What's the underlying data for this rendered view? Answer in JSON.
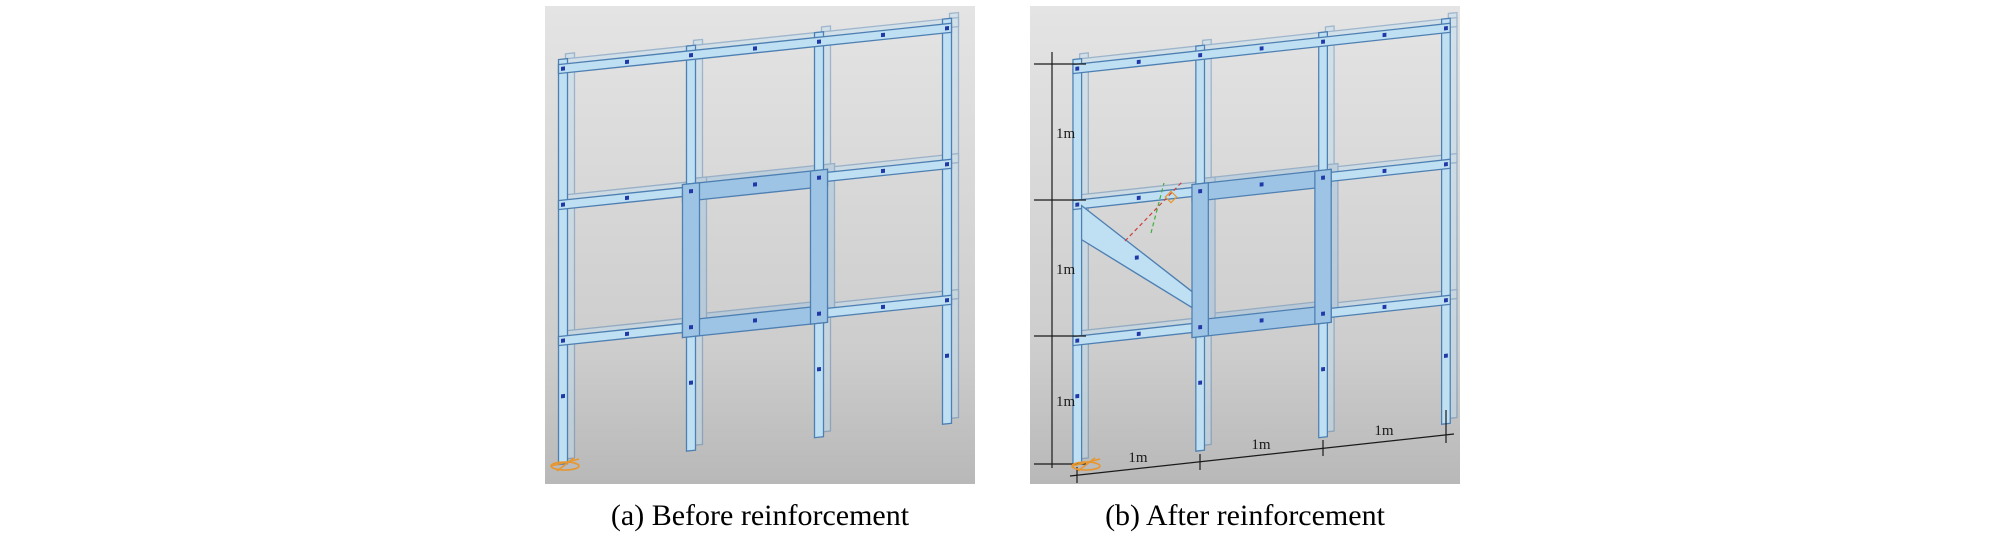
{
  "figure": {
    "caption_a": "(a) Before reinforcement",
    "caption_b": "(b) After reinforcement",
    "dims": {
      "vertical": [
        "1m",
        "1m",
        "1m"
      ],
      "horizontal": [
        "1m",
        "1m",
        "1m"
      ]
    },
    "colors": {
      "page_bg": "#ffffff",
      "bg_top": "#e4e4e4",
      "bg_mid": "#cdcdcd",
      "bg_bottom": "#b8b8b8",
      "member_fill": "#bfdff2",
      "member_edge": "#4d7fb2",
      "thick_fill": "#9dc4e4",
      "node_fill": "#2038a8",
      "axis_orange": "#e8962e",
      "dim_color": "#1a1a1a",
      "glyph_red": "#cc4040",
      "glyph_green": "#3fae3f",
      "caption_color": "#000000"
    }
  }
}
